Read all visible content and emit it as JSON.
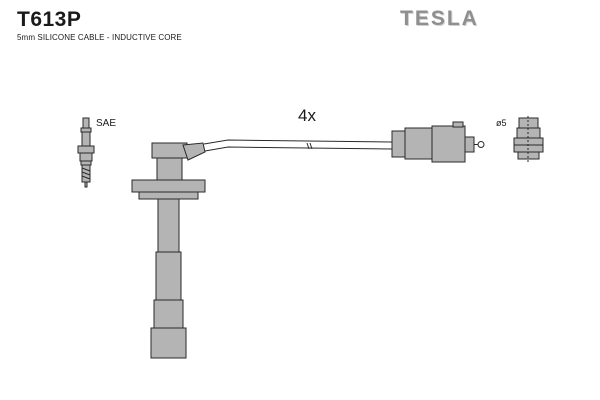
{
  "header": {
    "part_code": "T613P",
    "spec": "5mm SILICONE CABLE - INDUCTIVE CORE",
    "brand": "TESLA"
  },
  "drawing": {
    "quantity": "4x",
    "plug_standard": "SAE",
    "terminal_diameter": "ø5"
  },
  "colors": {
    "part_fill": "#b4b4b4",
    "outline": "#2a2a2a",
    "brand_gray": "#8f8f8f"
  }
}
